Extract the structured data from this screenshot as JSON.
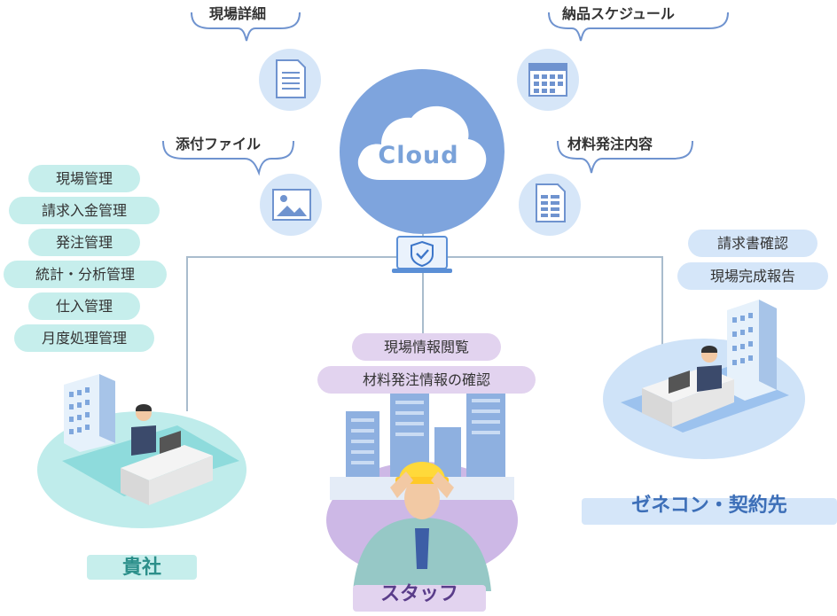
{
  "cloud": {
    "label": "Cloud"
  },
  "documents": {
    "site_details": "現場詳細",
    "delivery_schedule": "納品スケジュール",
    "attachments": "添付ファイル",
    "material_order": "材料発注内容"
  },
  "company": {
    "label": "貴社",
    "features": [
      "現場管理",
      "請求入金管理",
      "発注管理",
      "統計・分析管理",
      "仕入管理",
      "月度処理管理"
    ]
  },
  "staff": {
    "label": "スタッフ",
    "features": [
      "現場情報閲覧",
      "材料発注情報の確認"
    ]
  },
  "contractor": {
    "label": "ゼネコン・契約先",
    "features": [
      "請求書確認",
      "現場完成報告"
    ]
  },
  "colors": {
    "cloud": "#7ea4dd",
    "company_accent": "#c6eeec",
    "staff_accent": "#e2d3ef",
    "contractor_accent": "#d5e6f9",
    "line": "#a9bccd"
  }
}
